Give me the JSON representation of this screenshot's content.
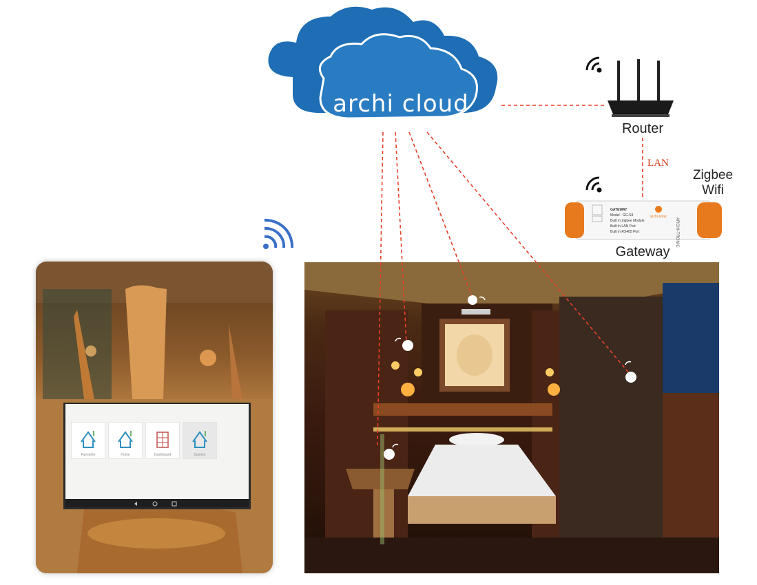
{
  "cloud": {
    "label": "archi cloud",
    "color": "#1f6eb5"
  },
  "router": {
    "label": "Router"
  },
  "connection": {
    "lan_label": "LAN",
    "line_color": "#e8412a"
  },
  "gateway": {
    "label": "Gateway",
    "protocols": [
      "Zigbee",
      "Wifi"
    ],
    "device_title": "GATEWAY",
    "model_line": "Model : GG-S9",
    "feature_lines": [
      "Built in Zigbee Module",
      "Built in LAN Port",
      "Built in RS485 Port"
    ],
    "brand": "archi-tronic",
    "side_text": "ARCHI-TRONIC",
    "accent": "#e87a1e"
  },
  "tablet": {
    "app_tiles": [
      "Favourite",
      "Home",
      "Dashboard",
      "Scenes"
    ]
  }
}
